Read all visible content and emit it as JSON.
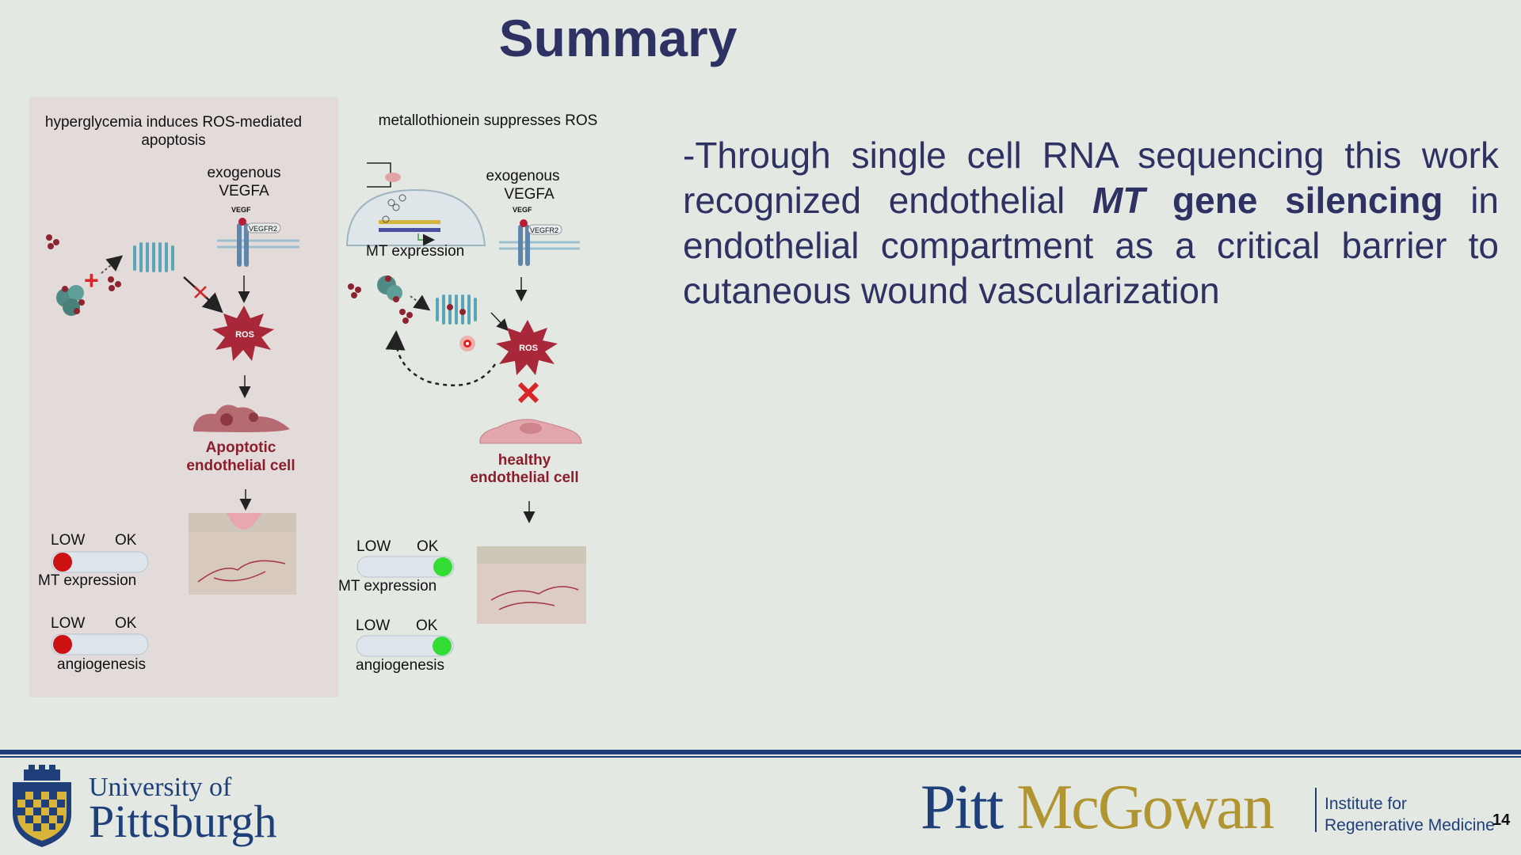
{
  "slide": {
    "title": "Summary",
    "page_number": "14"
  },
  "left_panel": {
    "heading_line1": "hyperglycemia induces ROS-mediated",
    "heading_line2": "apoptosis",
    "ligand_line1": "exogenous",
    "ligand_line2": "VEGFA",
    "vegf_label": "VEGF",
    "receptor_label": "VEGFR2",
    "ros_label": "ROS",
    "cell_line1": "Apoptotic",
    "cell_line2": "endothelial cell",
    "meter1": {
      "low": "LOW",
      "ok": "OK",
      "label": "MT expression",
      "level": "LOW"
    },
    "meter2": {
      "low": "LOW",
      "ok": "OK",
      "label": "angiogenesis",
      "level": "LOW"
    }
  },
  "right_panel": {
    "heading": "metallothionein suppresses ROS",
    "ligand_line1": "exogenous",
    "ligand_line2": "VEGFA",
    "vegf_label": "VEGF",
    "receptor_label": "VEGFR2",
    "mt_expression_label": "MT expression",
    "ros_label": "ROS",
    "cell_line1": "healthy",
    "cell_line2": "endothelial cell",
    "meter1": {
      "low": "LOW",
      "ok": "OK",
      "label": "MT expression",
      "level": "OK"
    },
    "meter2": {
      "low": "LOW",
      "ok": "OK",
      "label": "angiogenesis",
      "level": "OK"
    }
  },
  "bullet": {
    "prefix": "-Through single cell RNA sequencing this work recognized endothelial ",
    "emphasis_italic": "MT",
    "emphasis_bold": " gene silencing",
    "suffix": " in endothelial compartment as a critical barrier to cutaneous wound vascularization"
  },
  "footer": {
    "university_line1": "University of",
    "university_line2": "Pittsburgh",
    "pitt_word": "Pitt",
    "mcgowan_word": "McGowan",
    "institute_line1": "Institute for",
    "institute_line2": "Regenerative Medicine"
  },
  "colors": {
    "title": "#2e3263",
    "ros": "#a8283a",
    "cell_text": "#8b1e2c",
    "low_indicator": "#cc1111",
    "ok_indicator": "#33dd33",
    "pitt_blue": "#1f3f7a",
    "mcgowan_gold": "#b09530"
  }
}
